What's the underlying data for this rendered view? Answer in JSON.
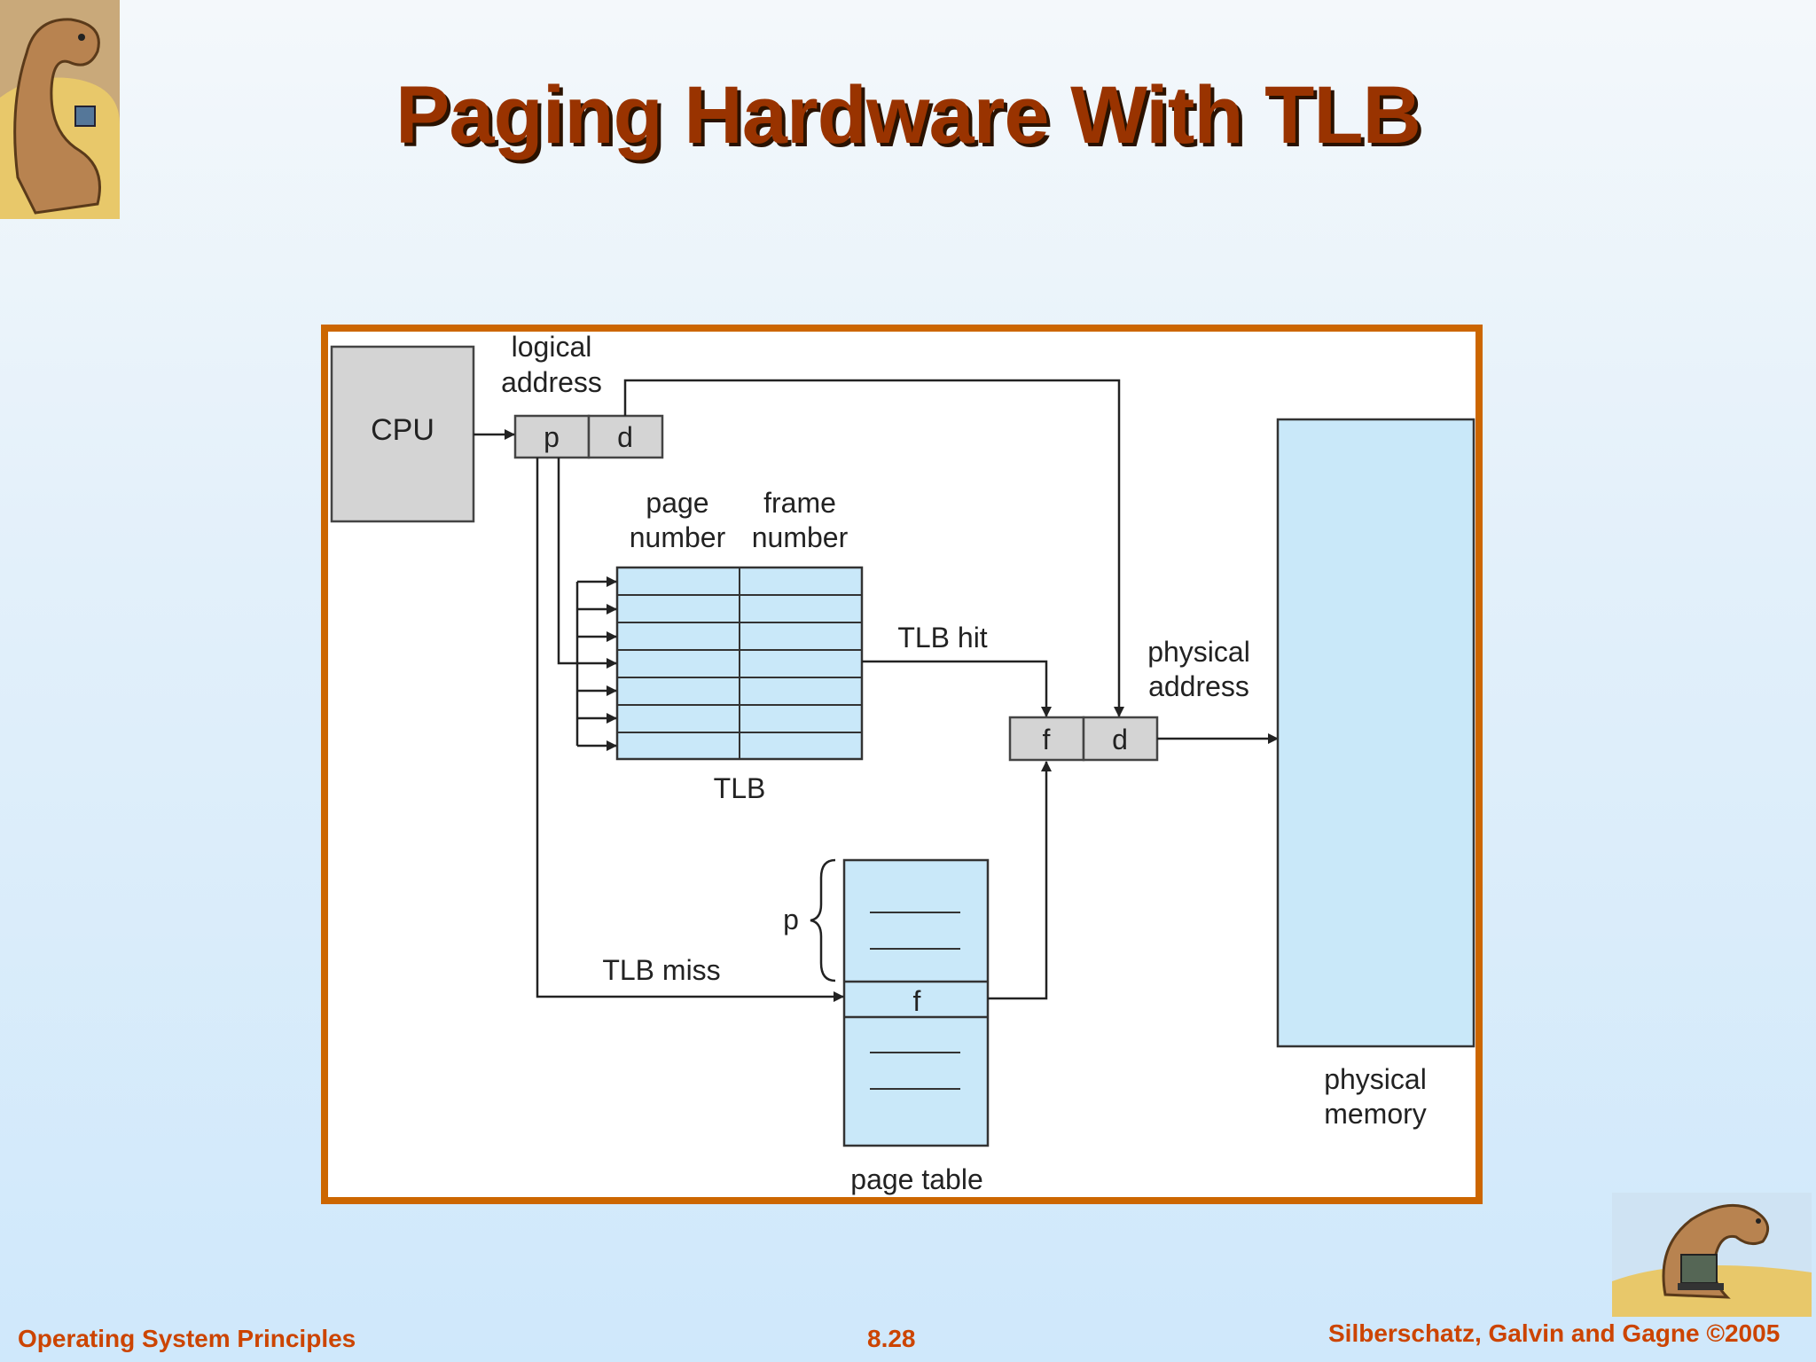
{
  "slide": {
    "title": "Paging Hardware With TLB",
    "footer_left": "Operating System Principles",
    "footer_center": "8.28",
    "footer_right": "Silberschatz, Galvin and Gagne ©2005"
  },
  "diagram": {
    "cpu_label": "CPU",
    "logical_address_label_line1": "logical",
    "logical_address_label_line2": "address",
    "logical_p": "p",
    "logical_d": "d",
    "tlb_col1_line1": "page",
    "tlb_col1_line2": "number",
    "tlb_col2_line1": "frame",
    "tlb_col2_line2": "number",
    "tlb_label": "TLB",
    "tlb_hit_label": "TLB hit",
    "tlb_miss_label": "TLB miss",
    "physical_address_line1": "physical",
    "physical_address_line2": "address",
    "physical_f": "f",
    "physical_d": "d",
    "page_table_p": "p",
    "page_table_f": "f",
    "page_table_label": "page table",
    "physical_memory_line1": "physical",
    "physical_memory_line2": "memory"
  },
  "colors": {
    "title": "#993300",
    "frame_border": "#cc6600",
    "box_fill_blue": "#c9e8f9",
    "register_fill": "#d4d4d4",
    "footer_text": "#cc4400"
  }
}
